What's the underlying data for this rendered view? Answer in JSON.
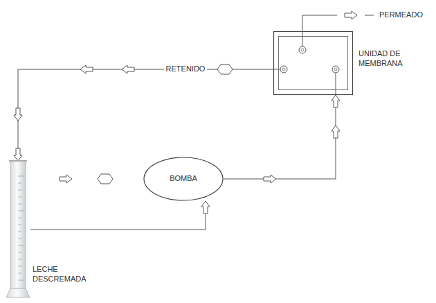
{
  "diagram": {
    "nodes": [
      {
        "text": [
          "UNIDAD DE MEMBRANA"
        ]
      },
      {
        "text": [
          "BOMBA"
        ]
      },
      {
        "text": [
          "LECHE DESCREMADA"
        ]
      }
    ],
    "edges": [
      {
        "from": 0,
        "to": 2,
        "arrow": "to",
        "label": "RETENIDO"
      },
      {
        "from": 2,
        "to": 1,
        "arrow": "to"
      },
      {
        "from": 1,
        "to": 0,
        "arrow": "to"
      }
    ],
    "labels": [
      "PERMEADO"
    ]
  }
}
